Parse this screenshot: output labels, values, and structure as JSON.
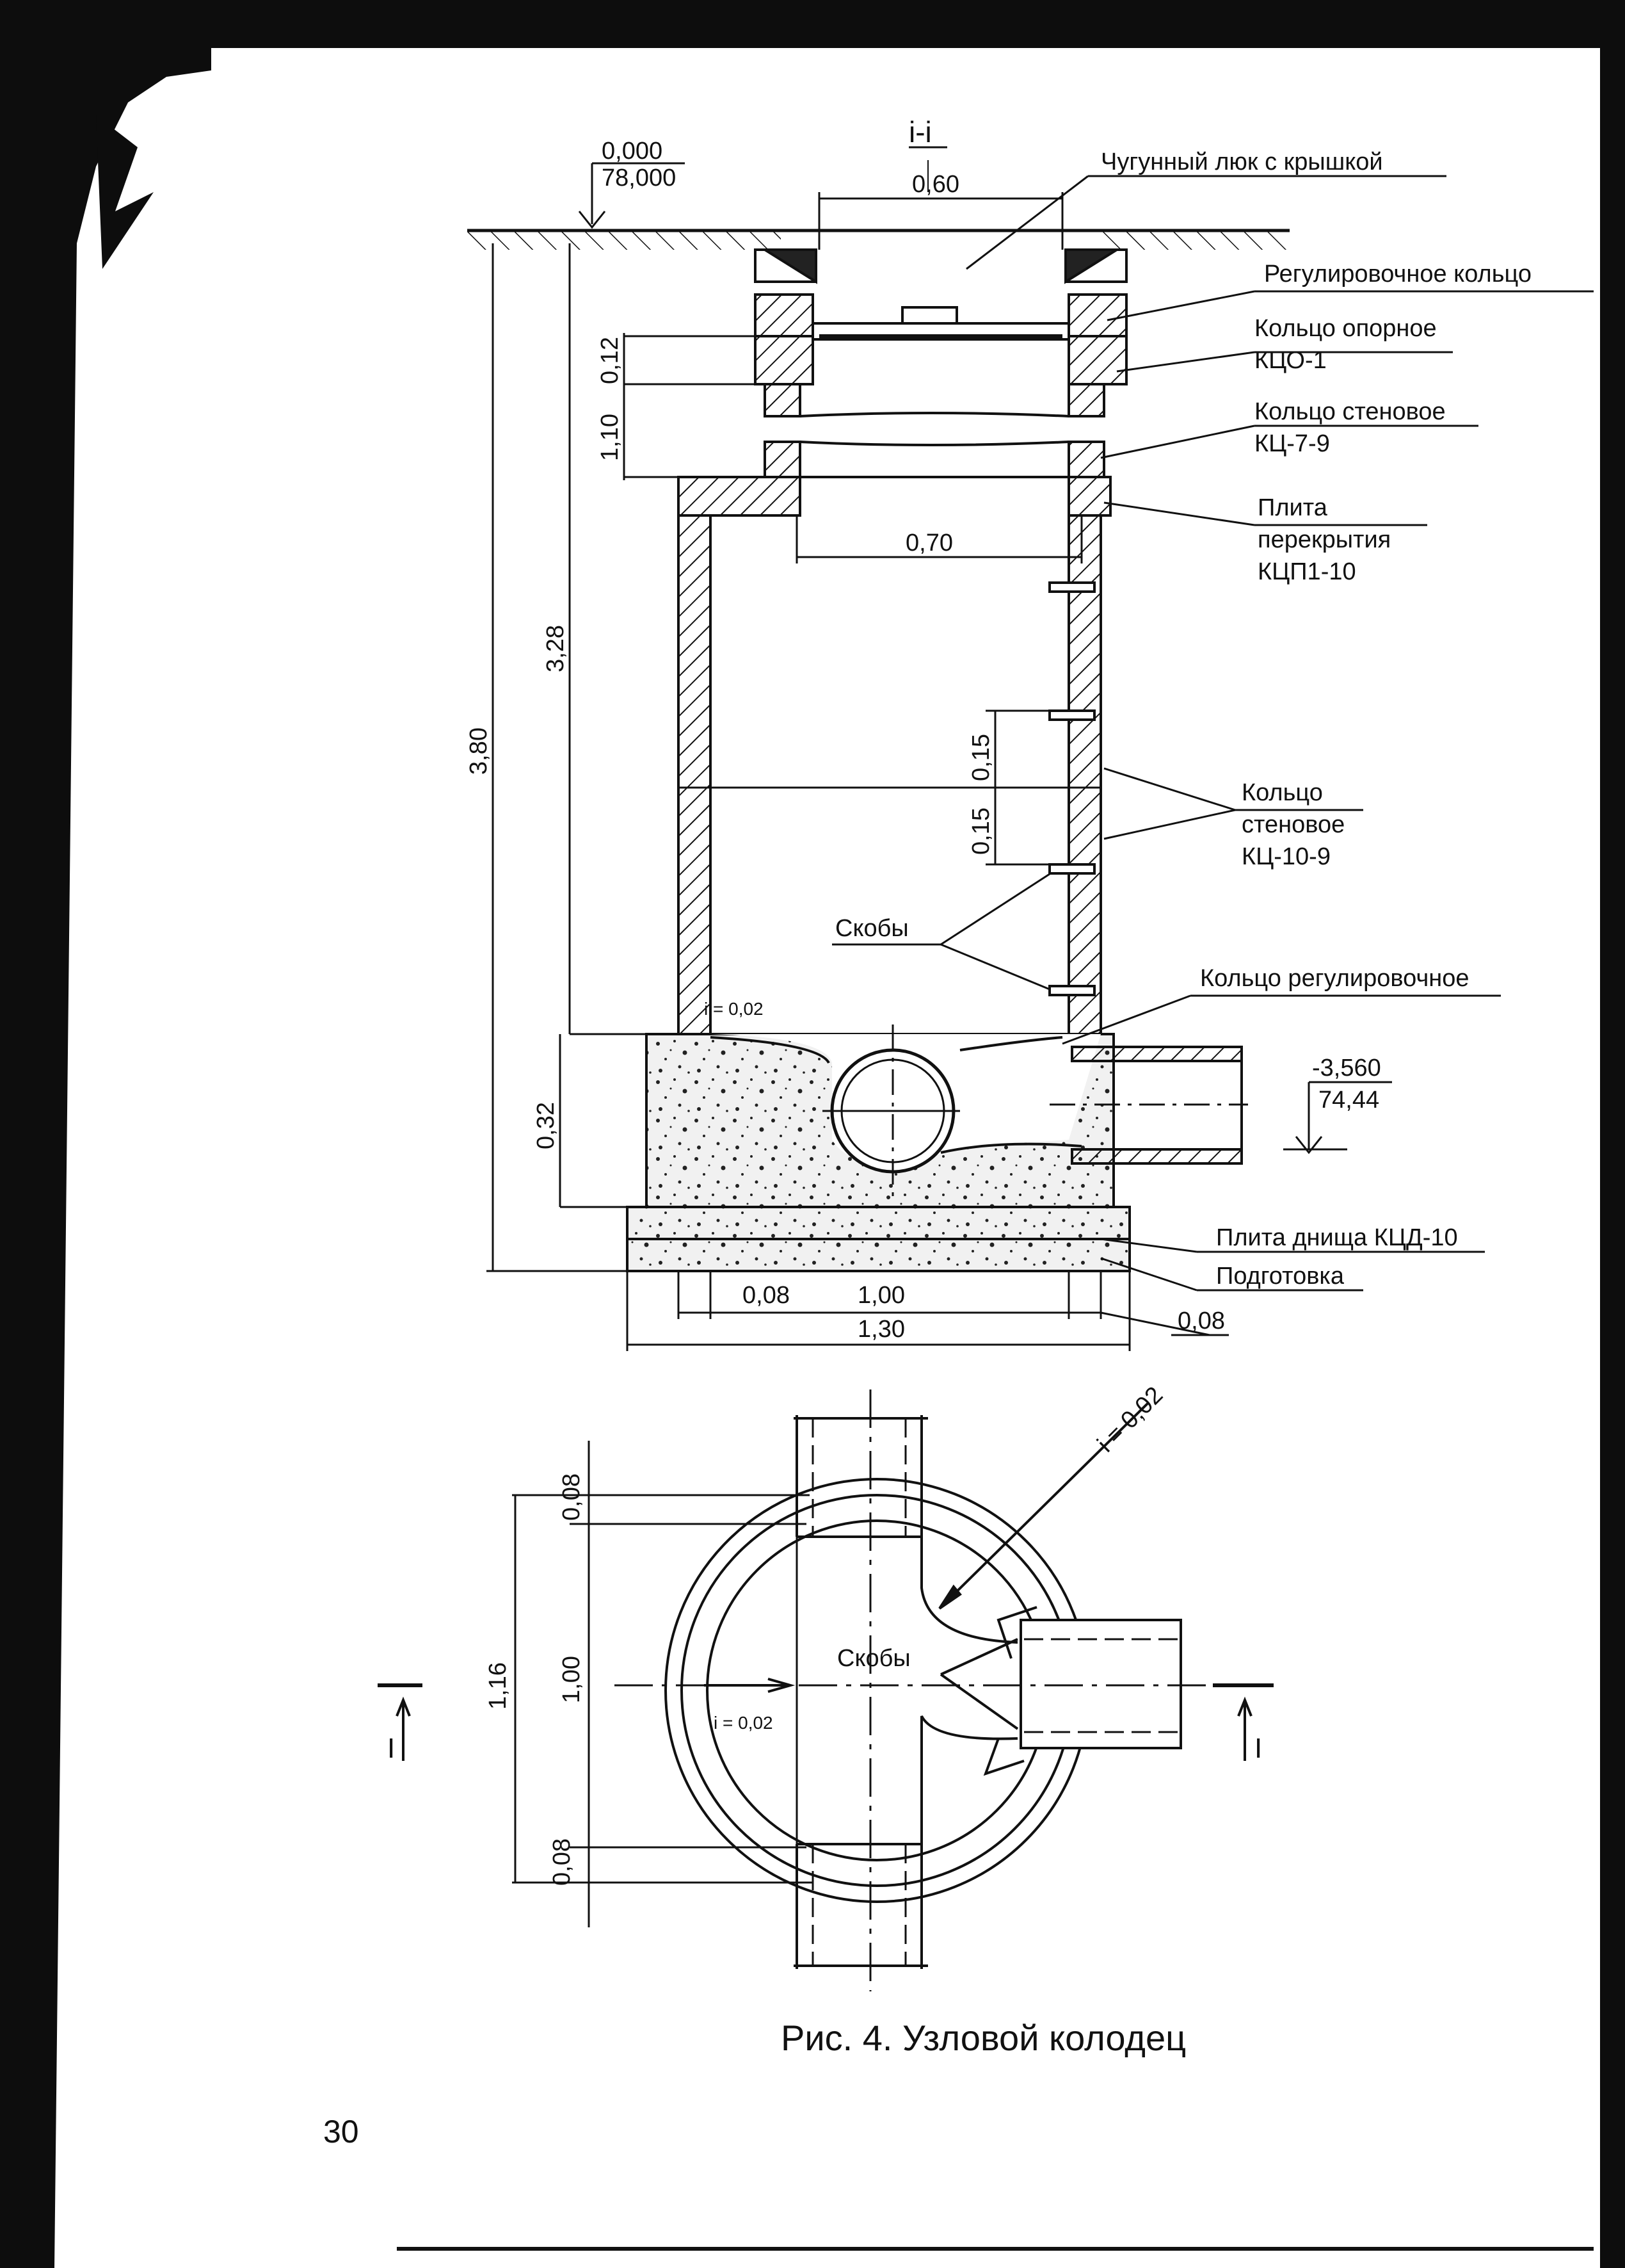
{
  "section": {
    "mark": "i-i",
    "top_level": "0,000",
    "top_abs": "78,000",
    "dim_hatch_top": "0,60",
    "dim_neck": "0,70",
    "dim_012": "0,12",
    "dim_110": "1,10",
    "dim_328": "3,28",
    "dim_380": "3,80",
    "dim_015a": "0,15",
    "dim_015b": "0,15",
    "dim_032": "0,32",
    "dim_008a": "0,08",
    "dim_100": "1,00",
    "dim_130": "1,30",
    "dim_008b": "0,08",
    "slope": "i = 0,02",
    "pipe_level": "-3,560",
    "pipe_abs": "74,44",
    "labels": {
      "hatch": "Чугунный люк с крышкой",
      "reg_ring": "Регулировочное кольцо",
      "support_ring_1": "Кольцо опорное",
      "support_ring_2": "КЦО-1",
      "wall_ring_1": "Кольцо стеновое",
      "wall_ring_2": "КЦ-7-9",
      "slab_1": "Плита",
      "slab_2": "перекрытия",
      "slab_3": "КЦП1-10",
      "wall_ring10_1": "Кольцо",
      "wall_ring10_2": "стеновое",
      "wall_ring10_3": "КЦ-10-9",
      "brackets": "Скобы",
      "reg_ring2": "Кольцо регулировочное",
      "bottom_slab": "Плита днища КЦД-10",
      "bedding": "Подготовка"
    }
  },
  "plan": {
    "dim_008a": "0,08",
    "dim_100": "1,00",
    "dim_116": "1,16",
    "dim_008b": "0,08",
    "slope_diag": "i = 0,02",
    "slope": "i = 0,02",
    "brackets": "Скобы",
    "cut_left": "I",
    "cut_right": "I"
  },
  "caption": "Рис. 4. Узловой колодец",
  "page_number": "30"
}
